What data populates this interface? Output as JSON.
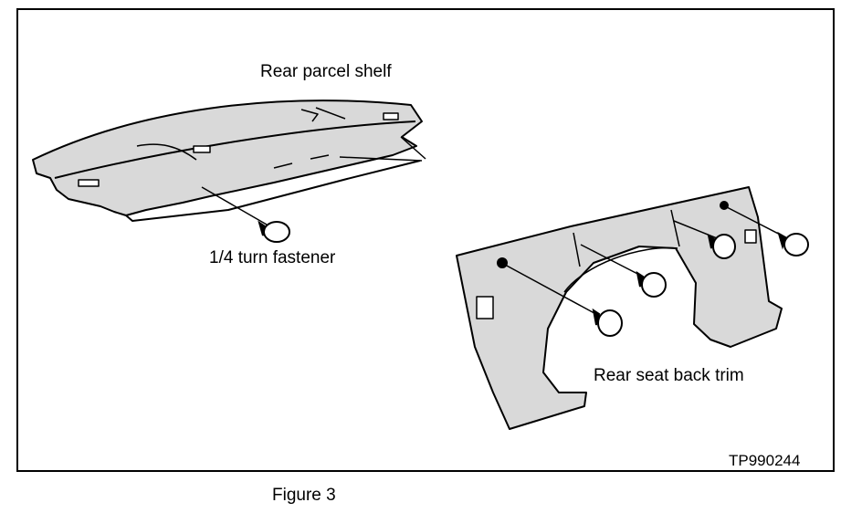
{
  "labels": {
    "parcel_shelf": "Rear parcel shelf",
    "fastener": "1/4 turn fastener",
    "seat_back_trim": "Rear seat back trim",
    "figure_code": "TP990244"
  },
  "caption": "Figure 3",
  "colors": {
    "line": "#000000",
    "fill": "#d9d9d9",
    "background": "#ffffff"
  }
}
